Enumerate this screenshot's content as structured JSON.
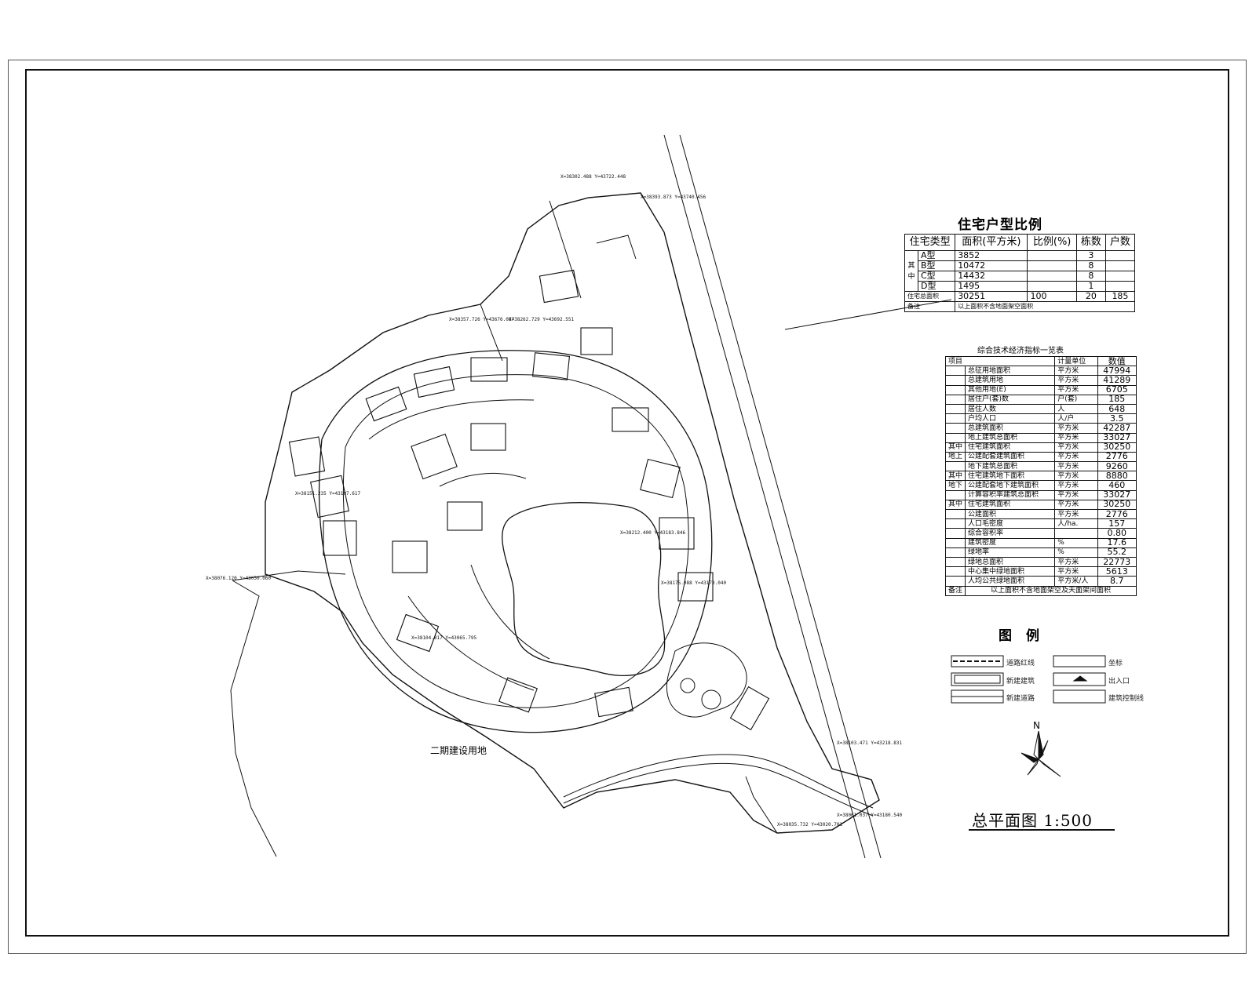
{
  "unit_table": {
    "title": "住宅户型比例",
    "headers": [
      "住宅类型",
      "面积(平方米)",
      "比例(%)",
      "栋数",
      "户数"
    ],
    "group_label": [
      "其",
      "中"
    ],
    "rows": [
      {
        "type": "A型",
        "area": "3852",
        "ratio": "",
        "buildings": "3",
        "units": ""
      },
      {
        "type": "B型",
        "area": "10472",
        "ratio": "",
        "buildings": "8",
        "units": ""
      },
      {
        "type": "C型",
        "area": "14432",
        "ratio": "",
        "buildings": "8",
        "units": ""
      },
      {
        "type": "D型",
        "area": "1495",
        "ratio": "",
        "buildings": "1",
        "units": ""
      }
    ],
    "total": {
      "label": "住宅总面积",
      "area": "30251",
      "ratio": "100",
      "buildings": "20",
      "units": "185"
    },
    "note": {
      "label": "备注",
      "text": "以上面积不含地面架空面积"
    }
  },
  "econ_table": {
    "title": "综合技术经济指标一览表",
    "headers": [
      "项目",
      "计量单位",
      "数值"
    ],
    "rows": [
      {
        "group": "",
        "item": "总征用地面积",
        "unit": "平方米",
        "value": "47994"
      },
      {
        "group": "",
        "item": "总建筑用地",
        "unit": "平方米",
        "value": "41289"
      },
      {
        "group": "",
        "item": "其他用地(E)",
        "unit": "平方米",
        "value": "6705"
      },
      {
        "group": "",
        "item": "居住户(套)数",
        "unit": "户(套)",
        "value": "185"
      },
      {
        "group": "",
        "item": "居住人数",
        "unit": "人",
        "value": "648"
      },
      {
        "group": "",
        "item": "户均人口",
        "unit": "人/户",
        "value": "3.5"
      },
      {
        "group": "",
        "item": "总建筑面积",
        "unit": "平方米",
        "value": "42287"
      },
      {
        "group": "",
        "item": "地上建筑总面积",
        "unit": "平方米",
        "value": "33027"
      },
      {
        "group": "其中",
        "item": "住宅建筑面积",
        "unit": "平方米",
        "value": "30250"
      },
      {
        "group": "地上",
        "item": "公建配套建筑面积",
        "unit": "平方米",
        "value": "2776"
      },
      {
        "group": "",
        "item": "地下建筑总面积",
        "unit": "平方米",
        "value": "9260"
      },
      {
        "group": "其中",
        "item": "住宅建筑地下面积",
        "unit": "平方米",
        "value": "8880"
      },
      {
        "group": "地下",
        "item": "公建配套地下建筑面积",
        "unit": "平方米",
        "value": "460"
      },
      {
        "group": "",
        "item": "计算容积率建筑总面积",
        "unit": "平方米",
        "value": "33027"
      },
      {
        "group": "其中",
        "item": "住宅建筑面积",
        "unit": "平方米",
        "value": "30250"
      },
      {
        "group": "",
        "item": "公建面积",
        "unit": "平方米",
        "value": "2776"
      },
      {
        "group": "",
        "item": "人口毛密度",
        "unit": "人/ha.",
        "value": "157"
      },
      {
        "group": "",
        "item": "综合容积率",
        "unit": "",
        "value": "0.80"
      },
      {
        "group": "",
        "item": "建筑密度",
        "unit": "%",
        "value": "17.6"
      },
      {
        "group": "",
        "item": "绿地率",
        "unit": "%",
        "value": "55.2"
      },
      {
        "group": "",
        "item": "绿地总面积",
        "unit": "平方米",
        "value": "22773"
      },
      {
        "group": "",
        "item": "中心集中绿地面积",
        "unit": "平方米",
        "value": "5613"
      },
      {
        "group": "",
        "item": "人均公共绿地面积",
        "unit": "平方米/人",
        "value": "8.7"
      }
    ],
    "note": {
      "label": "备注",
      "text": "以上面积不含地面架空及天面架间面积"
    }
  },
  "legend": {
    "title": "图例",
    "items": [
      "道路红线",
      "新建建筑",
      "新建道路",
      "坐标",
      "出入口",
      "建筑控制线"
    ]
  },
  "plan": {
    "title": "总平面图 1:500",
    "phase_label": "二期建设用地",
    "north": "N",
    "coordinates": [
      "X=38302.488 Y=43722.448",
      "X=38393.873 Y=43740.456",
      "X=38357.726 Y=43676.087",
      "X=38262.729 Y=43692.551",
      "X=38212.400 Y=43183.846",
      "X=38175.088 Y=43173.040",
      "X=38151.235 Y=43107.617",
      "X=38104.817 Y=43065.795",
      "X=38076.120 Y=43050.060",
      "X=38035.732 Y=43020.701",
      "X=38061.037 Y=43180.540",
      "X=38103.471 Y=43218.831"
    ]
  }
}
